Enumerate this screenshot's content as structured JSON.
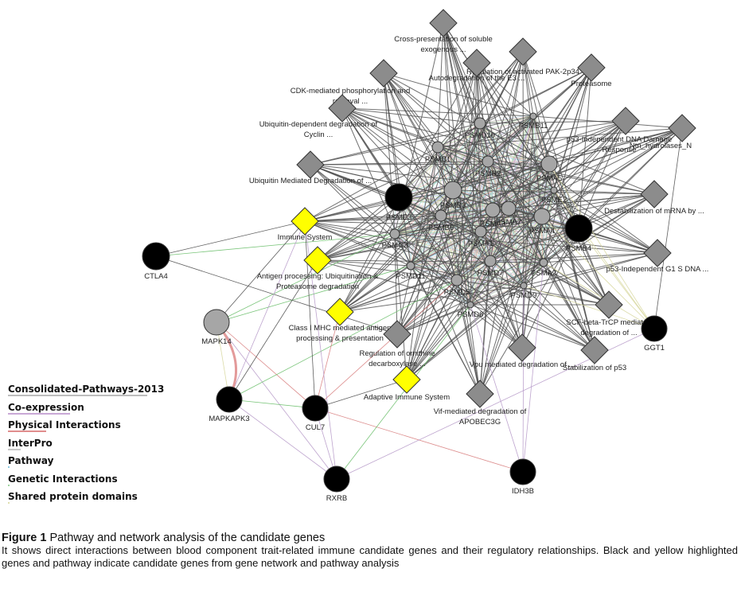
{
  "legend": [
    {
      "label": "Consolidated-Pathways-2013",
      "color": "#bdbdbd"
    },
    {
      "label": "Co-expression",
      "color": "#c9a8d6"
    },
    {
      "label": "Physical Interactions",
      "color": "#e08d8d"
    },
    {
      "label": "InterPro",
      "color": "#c8c8c8"
    },
    {
      "label": "Pathway",
      "color": "#8cc9e0"
    },
    {
      "label": "Genetic Interactions",
      "color": "#9ed49e"
    },
    {
      "label": "Shared protein domains",
      "color": "#e0e0b0"
    }
  ],
  "colors": {
    "candidate_gene": "#000000",
    "network_gene": "#a6a6a6",
    "candidate_pathway": "#ffff00",
    "network_pathway": "#8c8c8c",
    "edge_pathway": "#4d4d4d",
    "edge_genetic": "#6cbf6c",
    "edge_coexpression": "#b79ac9",
    "edge_physical": "#d88080",
    "edge_domains": "#d8d8a0"
  },
  "nodes": {
    "genes": [
      {
        "id": "CTLA4",
        "label": "CTLA4",
        "type": "candidate"
      },
      {
        "id": "MAPK14",
        "label": "MAPK14",
        "type": "network"
      },
      {
        "id": "MAPKAPK3",
        "label": "MAPKAPK3",
        "type": "candidate"
      },
      {
        "id": "CUL7",
        "label": "CUL7",
        "type": "candidate"
      },
      {
        "id": "RXRB",
        "label": "RXRB",
        "type": "candidate"
      },
      {
        "id": "IDH3B",
        "label": "IDH3B",
        "type": "candidate"
      },
      {
        "id": "GGT1",
        "label": "GGT1",
        "type": "candidate"
      },
      {
        "id": "PSME3",
        "label": "PSME3",
        "type": "candidate"
      },
      {
        "id": "PSMB4",
        "label": "PSMB4",
        "type": "candidate"
      },
      {
        "id": "PSMD10",
        "label": "PSMD10",
        "type": "network"
      },
      {
        "id": "PSMB11",
        "label": "PSMB11",
        "type": "network"
      },
      {
        "id": "PSMB1",
        "label": "PSMB1",
        "type": "network"
      },
      {
        "id": "PSMB2",
        "label": "PSMB2",
        "type": "network"
      },
      {
        "id": "PSMA5",
        "label": "PSMA5",
        "type": "network"
      },
      {
        "id": "PSMB3",
        "label": "PSMB3",
        "type": "network"
      },
      {
        "id": "PSME2",
        "label": "PSME2",
        "type": "network"
      },
      {
        "id": "PSMB6",
        "label": "PSMB6",
        "type": "network"
      },
      {
        "id": "PSMA3",
        "label": "PSMA3",
        "type": "network"
      },
      {
        "id": "PSMA7",
        "label": "PSMA7",
        "type": "network"
      },
      {
        "id": "PSMA4",
        "label": "PSMA4",
        "type": "network"
      },
      {
        "id": "PSMC3",
        "label": "PSMC3",
        "type": "network"
      },
      {
        "id": "PSMA1",
        "label": "PSMA1",
        "type": "network"
      },
      {
        "id": "PSMD11",
        "label": "PSMD11",
        "type": "network"
      },
      {
        "id": "PSMD7",
        "label": "PSMD7",
        "type": "network"
      },
      {
        "id": "PSMA2",
        "label": "PSMA2",
        "type": "network"
      },
      {
        "id": "PSMD5",
        "label": "PSMD5",
        "type": "network"
      },
      {
        "id": "PSMD9",
        "label": "PSMD9",
        "type": "network"
      },
      {
        "id": "PSMD6",
        "label": "PSMD6",
        "type": "network"
      }
    ],
    "pathways": [
      {
        "id": "p_cross",
        "label": [
          "Cross-presentation of soluble",
          "exogenous ..."
        ],
        "type": "network"
      },
      {
        "id": "p_pak",
        "label": [
          "Regulation of activated PAK-2p34"
        ],
        "type": "network"
      },
      {
        "id": "p_autodeg",
        "label": [
          "Autodegradation of the E3 ..."
        ],
        "type": "network"
      },
      {
        "id": "p_proteasome",
        "label": [
          "Proteasome"
        ],
        "type": "network"
      },
      {
        "id": "p_cdk",
        "label": [
          "CDK-mediated phosphorylation and",
          "removal ..."
        ],
        "type": "network"
      },
      {
        "id": "p_ubcyclin",
        "label": [
          "Ubiquitin-dependent degradation of",
          "Cyclin ..."
        ],
        "type": "network"
      },
      {
        "id": "p_p53dna",
        "label": [
          "p53-Independent DNA Damage",
          "Response"
        ],
        "type": "network"
      },
      {
        "id": "p_ntn",
        "label": [
          "Ntn_hydrolases_N"
        ],
        "type": "network"
      },
      {
        "id": "p_ubmed",
        "label": [
          "Ubiquitin Mediated Degradation of ..."
        ],
        "type": "network"
      },
      {
        "id": "p_destab",
        "label": [
          "Destabilization of mRNA by ..."
        ],
        "type": "network"
      },
      {
        "id": "p_immune",
        "label": [
          "Immune System"
        ],
        "type": "candidate"
      },
      {
        "id": "p_antigen",
        "label": [
          "Antigen processing: Ubiquitination &",
          "Proteasome degradation"
        ],
        "type": "candidate"
      },
      {
        "id": "p_p53g1",
        "label": [
          "p53-Independent G1 S DNA ..."
        ],
        "type": "network"
      },
      {
        "id": "p_mhc",
        "label": [
          "Class I MHC mediated antigen",
          "processing & presentation"
        ],
        "type": "candidate"
      },
      {
        "id": "p_scf",
        "label": [
          "SCF-beta-TrCP mediated",
          "degradation of ..."
        ],
        "type": "network"
      },
      {
        "id": "p_ornithine",
        "label": [
          "Regulation of ornithine",
          "decarboxylase ..."
        ],
        "type": "network"
      },
      {
        "id": "p_vpu",
        "label": [
          "Vpu mediated degradation of ..."
        ],
        "type": "network"
      },
      {
        "id": "p_stabp53",
        "label": [
          "Stabilization of p53"
        ],
        "type": "network"
      },
      {
        "id": "p_adaptive",
        "label": [
          "Adaptive Immune System"
        ],
        "type": "candidate"
      },
      {
        "id": "p_vif",
        "label": [
          "Vif-mediated degradation of",
          "APOBEC3G"
        ],
        "type": "network"
      }
    ]
  },
  "caption": {
    "label": "Figure 1",
    "title": "Pathway and network analysis of the candidate genes",
    "body": "It shows direct interactions between blood component trait-related immune candidate genes and their regulatory relationships. Black and yellow highlighted genes and pathway indicate candidate genes from gene network and pathway analysis"
  }
}
